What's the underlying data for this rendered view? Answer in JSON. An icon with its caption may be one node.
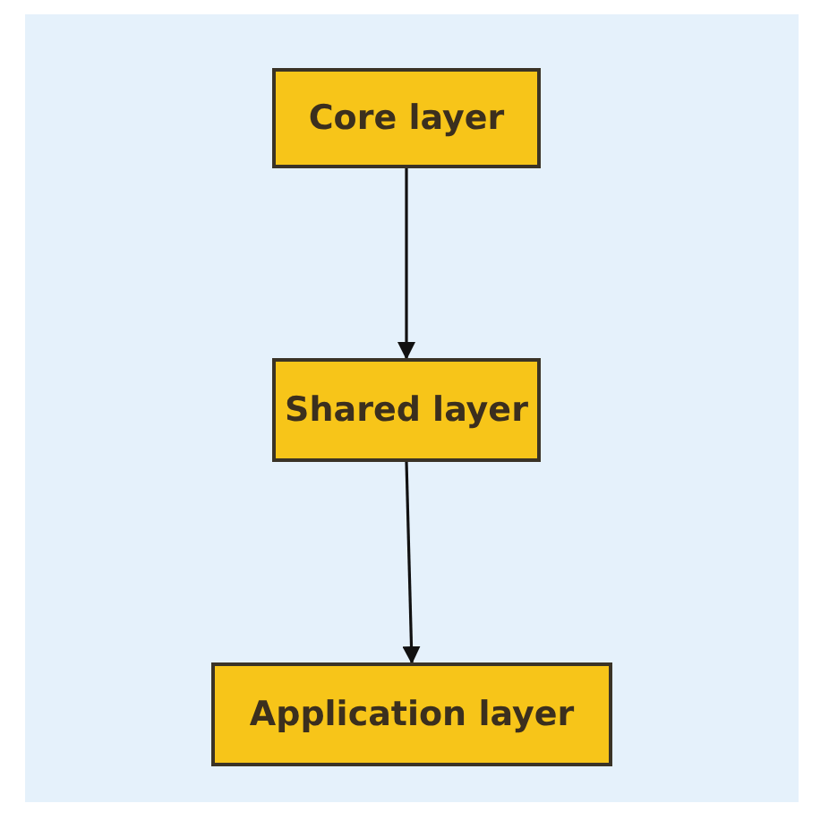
{
  "diagram": {
    "nodes": [
      {
        "text": [
          "Core layer"
        ]
      },
      {
        "text": [
          "Shared layer"
        ]
      },
      {
        "text": [
          "Application layer"
        ]
      }
    ],
    "edges": [
      {
        "from": 0,
        "to": 1,
        "arrow": "to"
      },
      {
        "from": 1,
        "to": 2,
        "arrow": "to"
      }
    ]
  }
}
